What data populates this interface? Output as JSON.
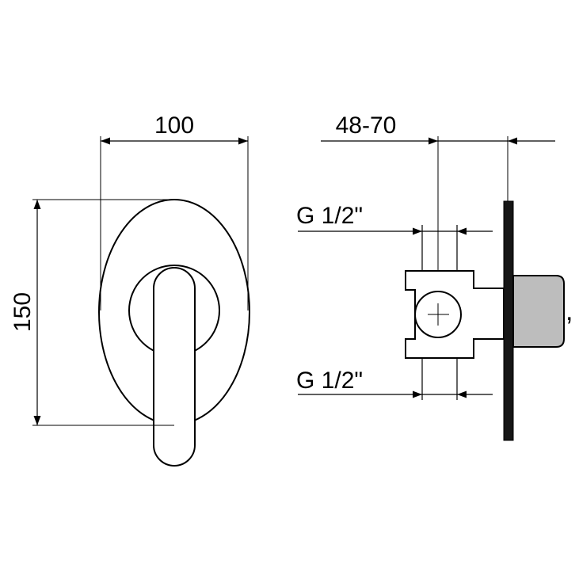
{
  "diagram": {
    "type": "technical-installation-drawing",
    "subject": "concealed-single-lever-shower-mixer",
    "front_view": {
      "width_label": "100",
      "height_label": "150"
    },
    "side_view": {
      "depth_range_label": "48-70",
      "top_port_label": "G 1/2\"",
      "bottom_port_label": "G 1/2\""
    },
    "annotation": {
      "comma_mark": ","
    },
    "colors": {
      "line": "#000000",
      "background": "#ffffff",
      "lever_side_fill": "#bdbdbd",
      "plate_side_fill": "#161616"
    }
  }
}
